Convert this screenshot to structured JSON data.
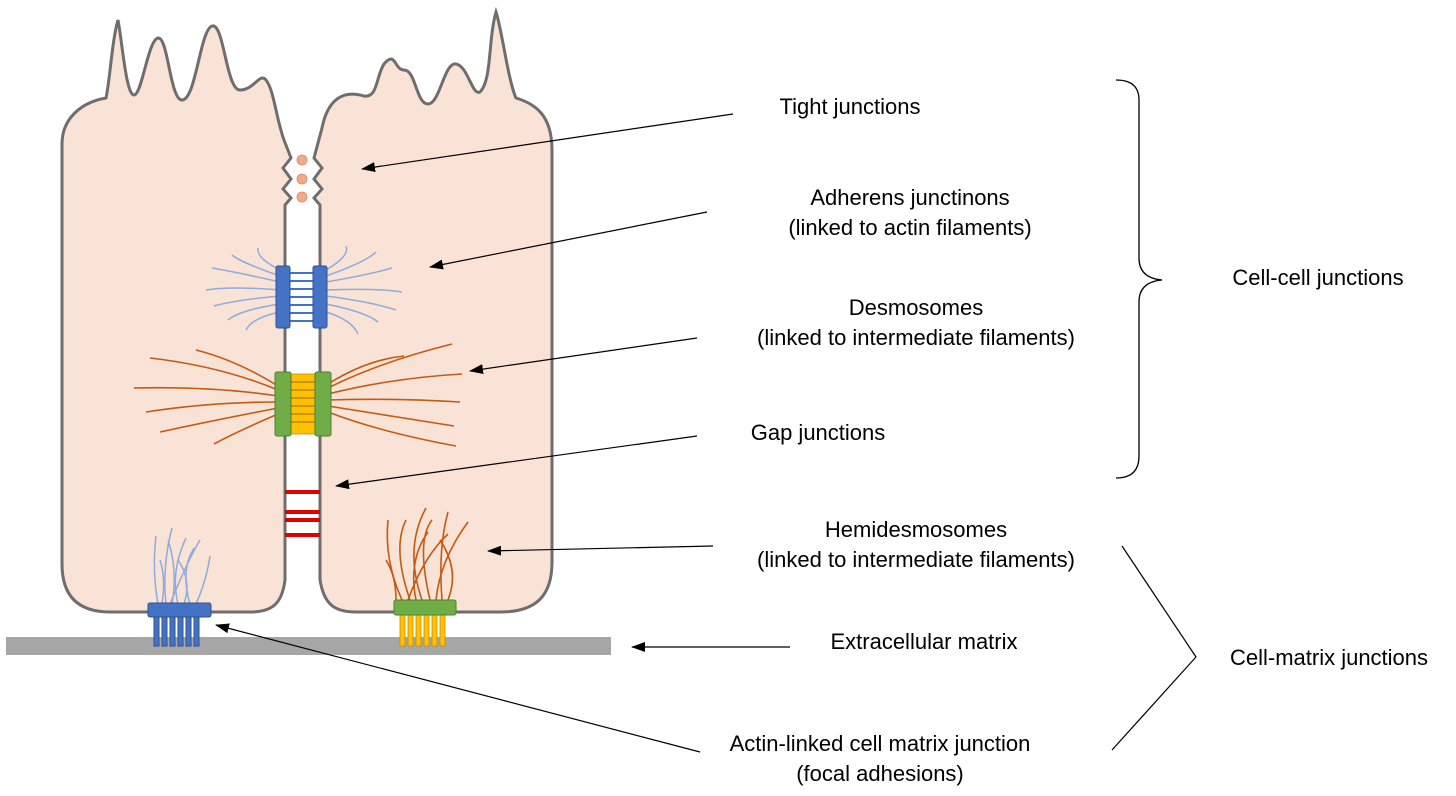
{
  "labels": {
    "tight": "Tight junctions",
    "adherens": [
      "Adherens junctinons",
      "(linked to actin filaments)"
    ],
    "desmosomes": [
      "Desmosomes",
      "(linked to intermediate filaments)"
    ],
    "gap": "Gap junctions",
    "hemidesmosomes": [
      "Hemidesmosomes",
      "(linked to intermediate filaments)"
    ],
    "ecm": "Extracellular matrix",
    "focal": [
      "Actin-linked cell matrix junction",
      "(focal adhesions)"
    ]
  },
  "groups": {
    "cell_cell": "Cell-cell junctions",
    "cell_matrix": "Cell-matrix junctions"
  },
  "colors": {
    "cell_fill": "#f9e3d6",
    "cell_outline": "#6e6e6e",
    "tight_dot": "#f4a987",
    "adherens_plaque": "#4472c4",
    "actin": "#8faadc",
    "desmosome_plaque": "#70ad47",
    "desmosome_core": "#ffc000",
    "intermediate_filament": "#c55a11",
    "gap_junction": "#e00000",
    "matrix": "#a6a6a6"
  }
}
